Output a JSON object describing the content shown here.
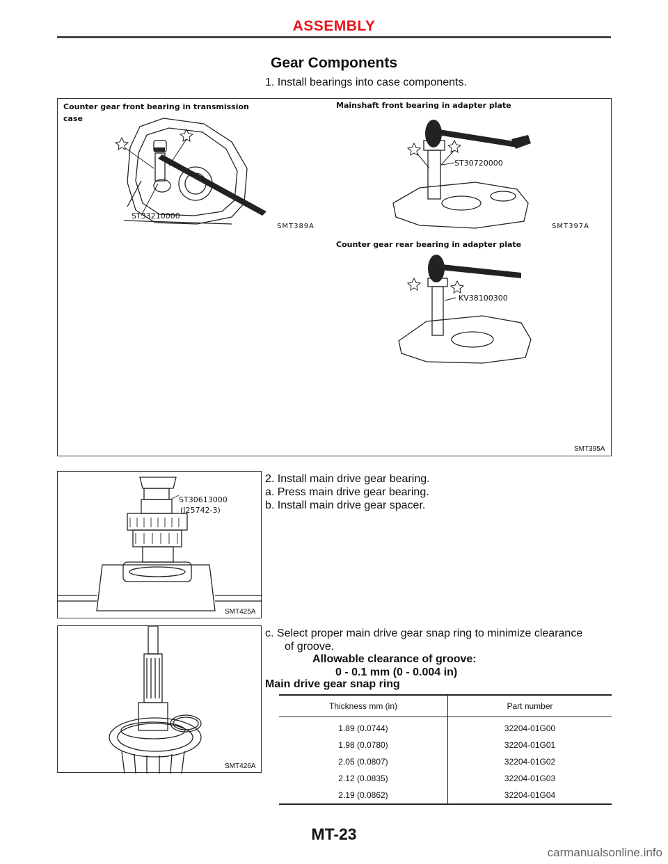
{
  "header": {
    "title": "ASSEMBLY"
  },
  "section": {
    "title": "Gear Components"
  },
  "step1": {
    "text": "1. Install bearings into case components."
  },
  "figure1": {
    "id": "SMT395A",
    "panel_a": {
      "caption_line1": "Counter   gear   front   bearing   in   transmission",
      "caption_line2": "case",
      "tool": "ST33210000",
      "id": "SMT389A"
    },
    "panel_b": {
      "caption": "Mainshaft front bearing in adapter plate",
      "tool": "ST30720000",
      "id": "SMT397A"
    },
    "panel_c": {
      "caption": "Counter gear rear bearing in adapter plate",
      "tool": "KV38100300"
    }
  },
  "step2": {
    "line1": "2. Install main drive gear bearing.",
    "line2": "a. Press main drive gear bearing.",
    "line3": "b. Install main drive gear spacer."
  },
  "figure2": {
    "tool_line1": "ST30613000",
    "tool_line2": "(J25742-3)",
    "id": "SMT425A"
  },
  "step_c": {
    "line1": "c. Select proper main drive gear snap ring to minimize clearance",
    "line2": "of groove.",
    "spec_label": "Allowable clearance of groove:",
    "spec_value": "0 - 0.1 mm (0 - 0.004 in)"
  },
  "figure3": {
    "id": "SMT426A"
  },
  "table": {
    "title": "Main drive gear snap ring",
    "columns": [
      "Thickness    mm (in)",
      "Part number"
    ],
    "rows": [
      [
        "1.89 (0.0744)",
        "32204-01G00"
      ],
      [
        "1.98 (0.0780)",
        "32204-01G01"
      ],
      [
        "2.05 (0.0807)",
        "32204-01G02"
      ],
      [
        "2.12 (0.0835)",
        "32204-01G03"
      ],
      [
        "2.19 (0.0862)",
        "32204-01G04"
      ]
    ]
  },
  "footer": {
    "page": "MT-23",
    "watermark": "carmanualsonline.info"
  }
}
